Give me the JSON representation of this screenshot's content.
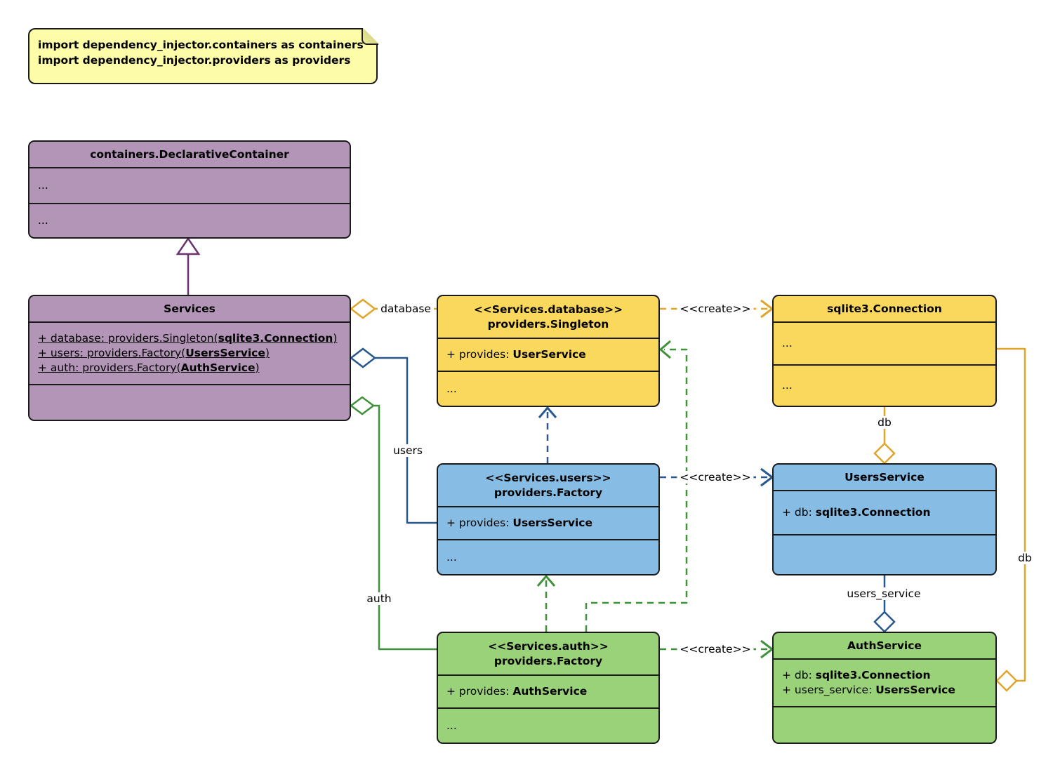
{
  "note": {
    "line1": "import dependency_injector.containers as containers",
    "line2": "import dependency_injector.providers as providers"
  },
  "classes": {
    "declarative": {
      "title": "containers.DeclarativeContainer",
      "section1": "...",
      "section2": "..."
    },
    "services": {
      "title": "Services",
      "attributes": [
        {
          "pre": "+ database: providers.Singleton(",
          "bold": "sqlite3.Connection",
          "post": ")"
        },
        {
          "pre": "+ users: providers.Factory(",
          "bold": "UsersService",
          "post": ")"
        },
        {
          "pre": "+ auth: providers.Factory(",
          "bold": "AuthService",
          "post": ")"
        }
      ]
    },
    "singleton": {
      "stereotype": "<<Services.database>>",
      "title": "providers.Singleton",
      "attr_pre": "+ provides: ",
      "attr_bold": "UserService",
      "section": "..."
    },
    "connection": {
      "title": "sqlite3.Connection",
      "section1": "...",
      "section2": "..."
    },
    "users_factory": {
      "stereotype": "<<Services.users>>",
      "title": "providers.Factory",
      "attr_pre": "+ provides: ",
      "attr_bold": "UsersService",
      "section": "..."
    },
    "users_service": {
      "title": "UsersService",
      "attr_pre": "+ db: ",
      "attr_bold": "sqlite3.Connection"
    },
    "auth_factory": {
      "stereotype": "<<Services.auth>>",
      "title": "providers.Factory",
      "attr_pre": "+ provides: ",
      "attr_bold": "AuthService",
      "section": "..."
    },
    "auth_service": {
      "title": "AuthService",
      "attributes": [
        {
          "pre": "+ db: ",
          "bold": "sqlite3.Connection"
        },
        {
          "pre": "+ users_service: ",
          "bold": "UsersService"
        }
      ]
    }
  },
  "edge_labels": {
    "database": "database",
    "users": "users",
    "auth": "auth",
    "create": "<<create>>",
    "db_users": "db",
    "db_auth": "db",
    "users_service": "users_service"
  },
  "colors": {
    "purple_fill": "#B295B7",
    "yellow_fill": "#FAD85C",
    "blue_fill": "#87BDE4",
    "green_fill": "#9AD279",
    "note_fill": "#FCFCA9",
    "yellow_line": "#E0A52B",
    "blue_line": "#28588C",
    "green_line": "#41913C",
    "purple_line": "#6B3170",
    "border": "#1A1A1A"
  }
}
